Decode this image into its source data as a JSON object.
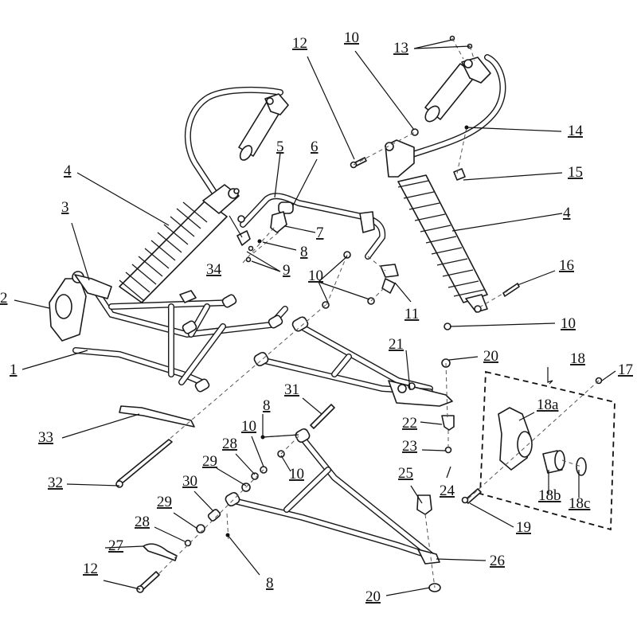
{
  "diagram": {
    "type": "exploded-parts-diagram",
    "subject": "front suspension assembly",
    "callouts": [
      {
        "id": "c1",
        "label": "1"
      },
      {
        "id": "c2",
        "label": "2"
      },
      {
        "id": "c3",
        "label": "3"
      },
      {
        "id": "c4a",
        "label": "4"
      },
      {
        "id": "c4b",
        "label": "4"
      },
      {
        "id": "c5",
        "label": "5"
      },
      {
        "id": "c6",
        "label": "6"
      },
      {
        "id": "c7",
        "label": "7"
      },
      {
        "id": "c8a",
        "label": "8"
      },
      {
        "id": "c8b",
        "label": "8"
      },
      {
        "id": "c8c",
        "label": "8"
      },
      {
        "id": "c9",
        "label": "9"
      },
      {
        "id": "c10a",
        "label": "10"
      },
      {
        "id": "c10b",
        "label": "10"
      },
      {
        "id": "c10c",
        "label": "10"
      },
      {
        "id": "c10d",
        "label": "10"
      },
      {
        "id": "c10e",
        "label": "10"
      },
      {
        "id": "c11",
        "label": "11"
      },
      {
        "id": "c12a",
        "label": "12"
      },
      {
        "id": "c12b",
        "label": "12"
      },
      {
        "id": "c13",
        "label": "13"
      },
      {
        "id": "c14",
        "label": "14"
      },
      {
        "id": "c15",
        "label": "15"
      },
      {
        "id": "c16",
        "label": "16"
      },
      {
        "id": "c17",
        "label": "17"
      },
      {
        "id": "c18",
        "label": "18"
      },
      {
        "id": "c18a",
        "label": "18a"
      },
      {
        "id": "c18b",
        "label": "18b"
      },
      {
        "id": "c18c",
        "label": "18c"
      },
      {
        "id": "c19",
        "label": "19"
      },
      {
        "id": "c20a",
        "label": "20"
      },
      {
        "id": "c20b",
        "label": "20"
      },
      {
        "id": "c21",
        "label": "21"
      },
      {
        "id": "c22",
        "label": "22"
      },
      {
        "id": "c23",
        "label": "23"
      },
      {
        "id": "c24",
        "label": "24"
      },
      {
        "id": "c25",
        "label": "25"
      },
      {
        "id": "c26",
        "label": "26"
      },
      {
        "id": "c27",
        "label": "27"
      },
      {
        "id": "c28a",
        "label": "28"
      },
      {
        "id": "c28b",
        "label": "28"
      },
      {
        "id": "c29a",
        "label": "29"
      },
      {
        "id": "c29b",
        "label": "29"
      },
      {
        "id": "c30",
        "label": "30"
      },
      {
        "id": "c31",
        "label": "31"
      },
      {
        "id": "c32",
        "label": "32"
      },
      {
        "id": "c33",
        "label": "33"
      },
      {
        "id": "c34",
        "label": "34"
      }
    ]
  }
}
